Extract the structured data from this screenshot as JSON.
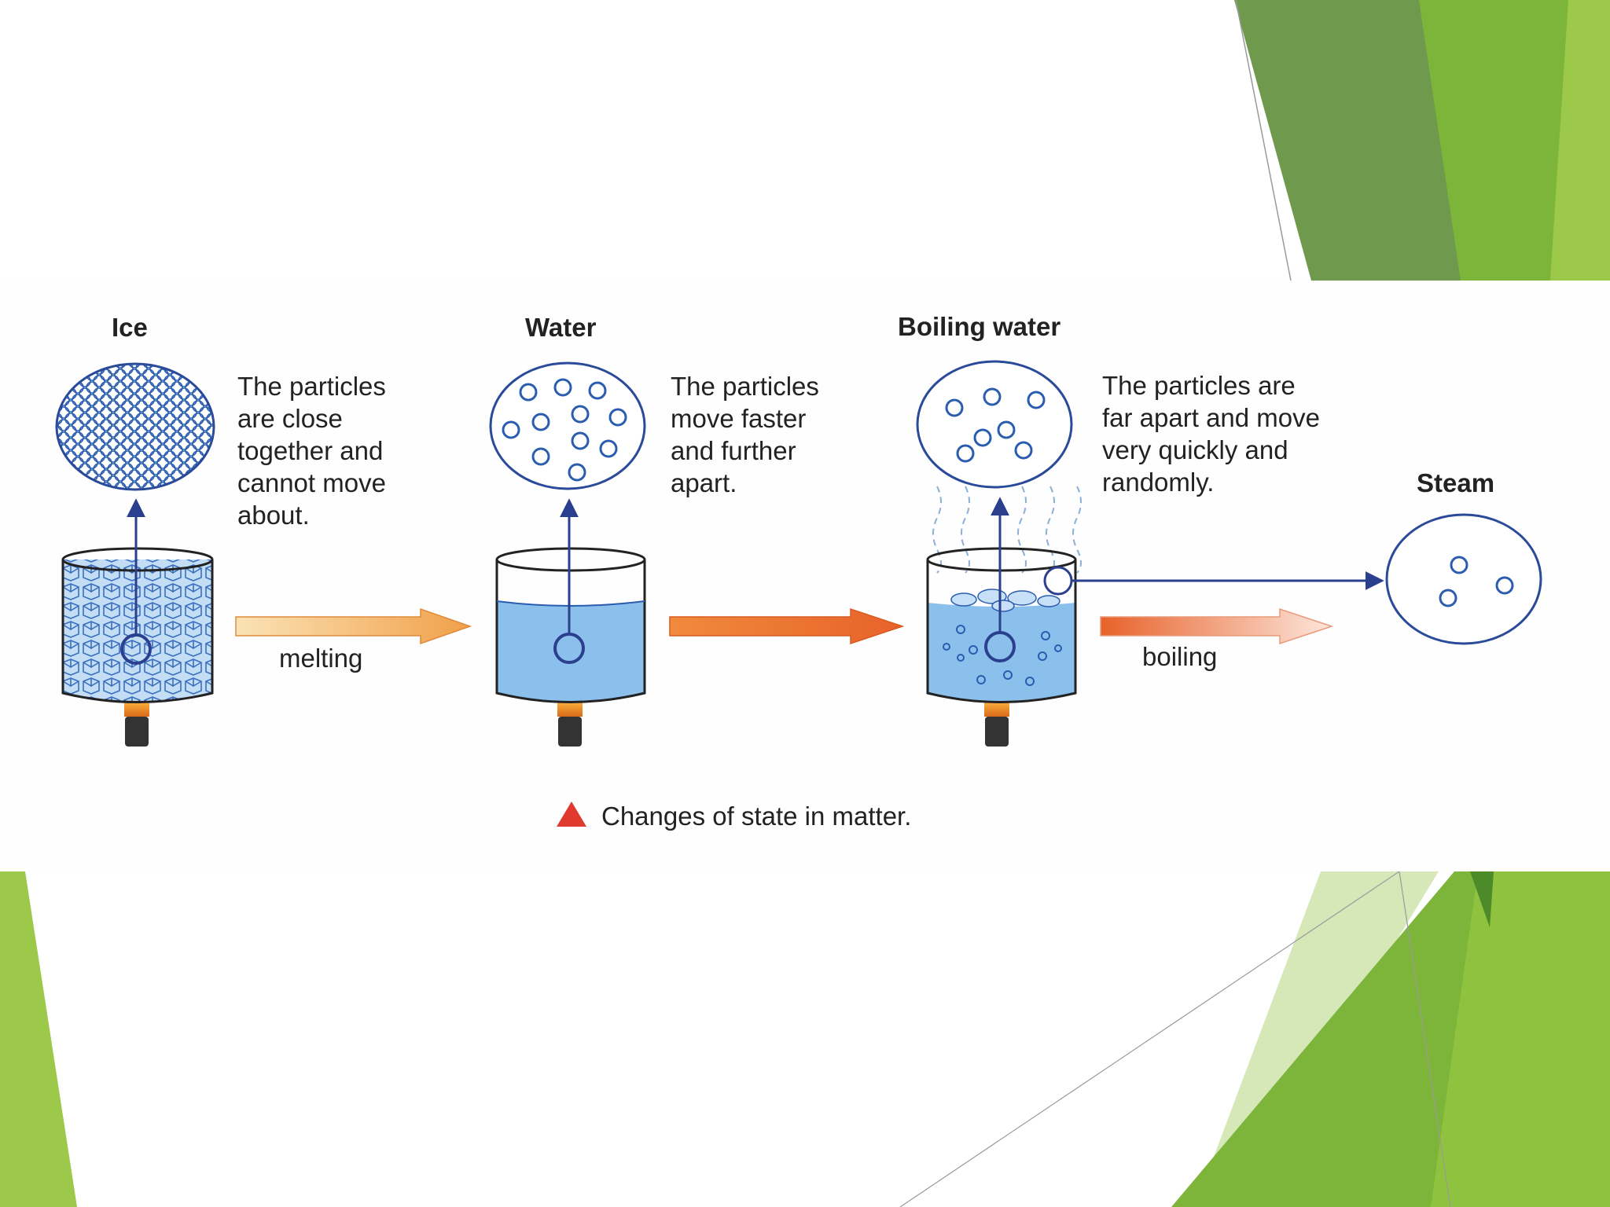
{
  "stages": [
    {
      "title": "Ice",
      "description": [
        "The particles",
        "are close",
        "together and",
        "cannot move",
        "about."
      ]
    },
    {
      "title": "Water",
      "description": [
        "The particles",
        "move faster",
        "and further",
        "apart."
      ]
    },
    {
      "title": "Boiling water",
      "description": [
        "The particles are",
        "far apart and move",
        "very quickly and",
        "randomly."
      ]
    },
    {
      "title": "Steam",
      "description": []
    }
  ],
  "processes": {
    "first": "melting",
    "third": "boiling"
  },
  "caption": "Changes of state in matter.",
  "colors": {
    "green_dark": "#6f9a4e",
    "green_mid": "#7db53a",
    "green_light": "#9dc94a",
    "green_pale": "#d6e8b8",
    "water_blue": "#8cc0ec",
    "particle_blue": "#2a5db0",
    "arrow_orange": "#e8722c",
    "arrow_peach": "#f6c98e",
    "caption_red": "#e03a2f"
  }
}
